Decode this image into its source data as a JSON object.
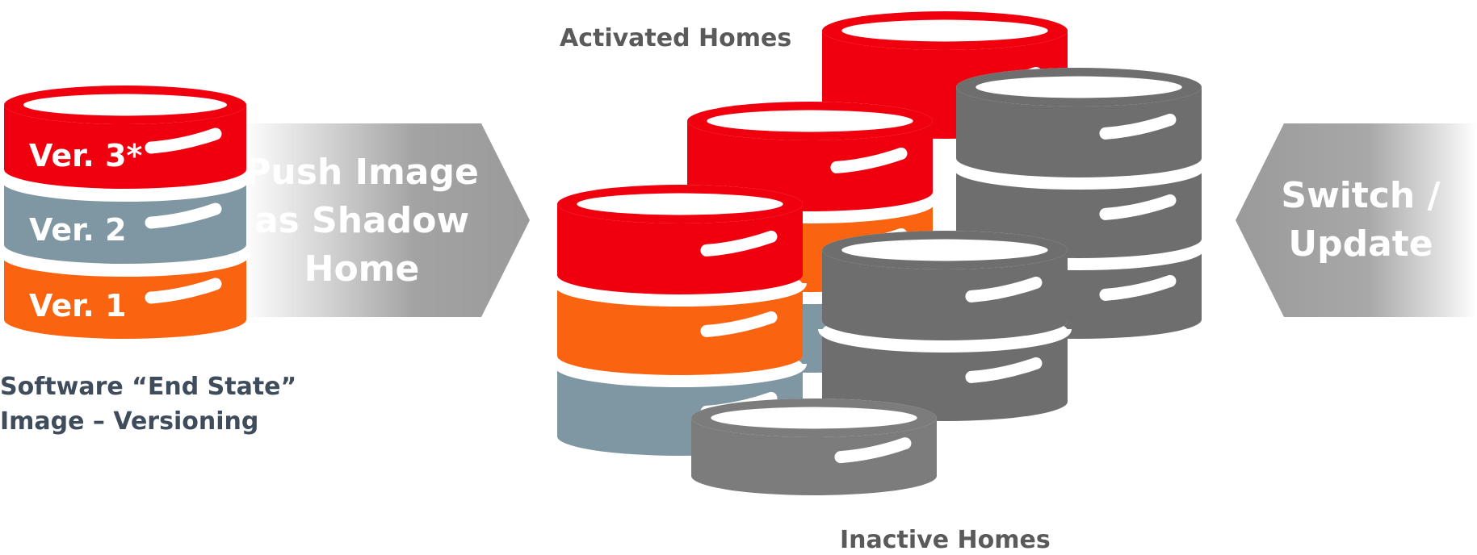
{
  "labels": {
    "activated_homes": "Activated Homes",
    "inactive_homes": "Inactive Homes",
    "software_caption_line1": "Software “End State”",
    "software_caption_line2": "Image – Versioning"
  },
  "versions": {
    "v3": "Ver. 3*",
    "v2": "Ver. 2",
    "v1": "Ver. 1"
  },
  "push_arrow": {
    "line1": "Push Image",
    "line2": "as Shadow",
    "line3": "Home"
  },
  "switch_arrow": {
    "line1": "Switch /",
    "line2": "Update"
  },
  "colors": {
    "red": "#f0000f",
    "orange": "#fa6410",
    "slate": "#7f96a3",
    "dark_gray": "#6e6e6e",
    "mid_gray": "#7c7c7c",
    "arrow_gray": "#9a9a9a",
    "caption_gray": "#5a5a5a",
    "caption_navy": "#3f4c5c"
  }
}
